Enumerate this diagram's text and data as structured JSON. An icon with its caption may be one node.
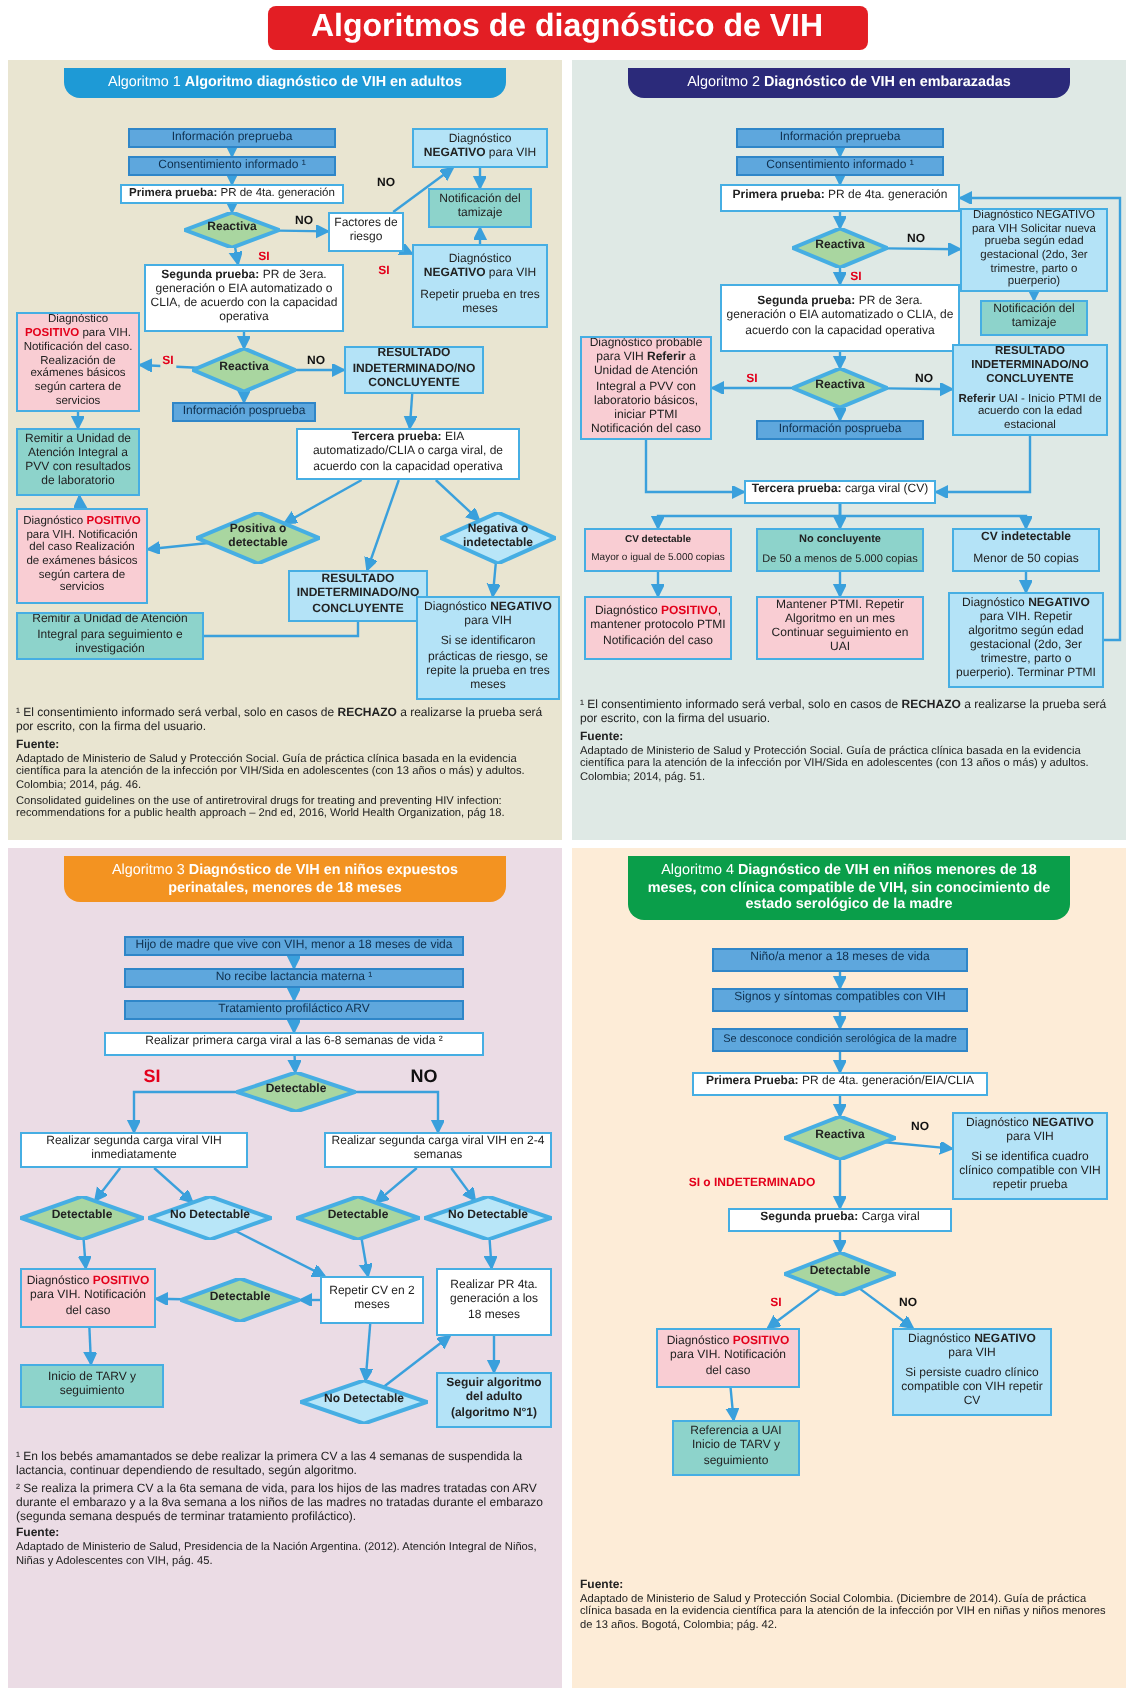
{
  "diagram": {
    "title": "Algoritmos de diagnóstico de VIH",
    "nodes": [
      {
        "text": [
          "Algoritmo 1 **Algoritmo diagnóstico de VIH en adultos**"
        ]
      },
      {
        "text": [
          "Información preprueba"
        ],
        "in": 0
      },
      {
        "text": [
          "Consentimiento informado ¹"
        ],
        "in": 0
      },
      {
        "text": [
          "**Primera prueba:** PR de 4ta. generación"
        ],
        "in": 0
      },
      {
        "text": [
          "Reactiva"
        ],
        "in": 0
      },
      {
        "text": [
          "Factores de riesgo"
        ],
        "in": 0
      },
      {
        "text": [
          "Diagnóstico **NEGATIVO** para VIH"
        ],
        "in": 0
      },
      {
        "text": [
          "Notificación del tamizaje"
        ],
        "in": 0
      },
      {
        "text": [
          "Diagnóstico **NEGATIVO** para VIH",
          "Repetir prueba en tres meses"
        ],
        "in": 0
      },
      {
        "text": [
          "**Segunda prueba:** PR de 3era. generación o EIA automatizado o CLIA, de acuerdo con la capacidad operativa"
        ],
        "in": 0
      },
      {
        "text": [
          "Reactiva"
        ],
        "in": 0
      },
      {
        "text": [
          "Diagnóstico **POSITIVO** para VIH. Notificación del caso. Realización de exámenes básicos según cartera de servicios"
        ],
        "in": 0
      },
      {
        "text": [
          "RESULTADO INDETERMINADO/NO CONCLUYENTE"
        ],
        "in": 0
      },
      {
        "text": [
          "Información posprueba"
        ],
        "in": 0
      },
      {
        "text": [
          "Remitir a Unidad de Atención Integral a PVV con resultados de laboratorio"
        ],
        "in": 0
      },
      {
        "text": [
          "**Tercera prueba:** EIA automatizado/CLIA o carga viral, de acuerdo con la capacidad operativa"
        ],
        "in": 0
      },
      {
        "text": [
          "Positiva o detectable"
        ],
        "in": 0
      },
      {
        "text": [
          "RESULTADO INDETERMINADO/NO CONCLUYENTE"
        ],
        "in": 0
      },
      {
        "text": [
          "Negativa o indetectable"
        ],
        "in": 0
      },
      {
        "text": [
          "Diagnóstico **POSITIVO** para VIH. Notificación del caso Realización de exámenes básicos según cartera de servicios"
        ],
        "in": 0
      },
      {
        "text": [
          "Remitir a Unidad de Atención Integral para seguimiento e investigación"
        ],
        "in": 0
      },
      {
        "text": [
          "Diagnóstico **NEGATIVO** para VIH",
          "Si se identificaron prácticas de riesgo, se repite la prueba en tres meses"
        ],
        "in": 0
      },
      {
        "text": [
          "Algoritmo 2 **Diagnóstico de VIH en embarazadas**"
        ]
      },
      {
        "text": [
          "Información preprueba"
        ],
        "in": 22
      },
      {
        "text": [
          "Consentimiento informado ¹"
        ],
        "in": 22
      },
      {
        "text": [
          "**Primera prueba:** PR de 4ta. generación"
        ],
        "in": 22
      },
      {
        "text": [
          "Reactiva"
        ],
        "in": 22
      },
      {
        "text": [
          "Diagnóstico NEGATIVO para VIH Solicitar nueva prueba según edad gestacional (2do, 3er trimestre, parto o puerperio)"
        ],
        "in": 22
      },
      {
        "text": [
          "Notificación del tamizaje"
        ],
        "in": 22
      },
      {
        "text": [
          "**Segunda prueba:** PR de 3era. generación o EIA automatizado o CLIA, de acuerdo con la capacidad operativa"
        ],
        "in": 22
      },
      {
        "text": [
          "Reactiva"
        ],
        "in": 22
      },
      {
        "text": [
          "Diagnóstico probable para VIH **Referir** a Unidad de Atención Integral a PVV con laboratorio básicos, iniciar PTMI Notificación del caso"
        ],
        "in": 22
      },
      {
        "text": [
          "RESULTADO INDETERMINADO/NO CONCLUYENTE",
          "**Referir** UAI - Inicio PTMI de acuerdo con la edad estacional"
        ],
        "in": 22
      },
      {
        "text": [
          "Información posprueba"
        ],
        "in": 22
      },
      {
        "text": [
          "**Tercera prueba:** carga viral (CV)"
        ],
        "in": 22
      },
      {
        "text": [
          "CV detectable",
          "Mayor o igual de 5.000 copias"
        ],
        "in": 22
      },
      {
        "text": [
          "No concluyente",
          "De 50 a menos de 5.000 copias"
        ],
        "in": 22
      },
      {
        "text": [
          "CV indetectable",
          "Menor de 50 copias"
        ],
        "in": 22
      },
      {
        "text": [
          "Diagnóstico **POSITIVO**, mantener protocolo PTMI Notificación del caso"
        ],
        "in": 22
      },
      {
        "text": [
          "Mantener PTMI. Repetir Algoritmo en un mes Continuar seguimiento en UAI"
        ],
        "in": 22
      },
      {
        "text": [
          "Diagnóstico **NEGATIVO** para VIH. Repetir algoritmo según edad gestacional (2do, 3er trimestre, parto o puerperio). Terminar PTMI"
        ],
        "in": 22
      },
      {
        "text": [
          "Algoritmo 3 **Diagnóstico de VIH en niños expuestos perinatales, menores de 18 meses**"
        ]
      },
      {
        "text": [
          "Hijo de madre que vive con VIH, menor a 18 meses de vida"
        ],
        "in": 41
      },
      {
        "text": [
          "No recibe lactancia materna ¹"
        ],
        "in": 41
      },
      {
        "text": [
          "Tratamiento profiláctico ARV"
        ],
        "in": 41
      },
      {
        "text": [
          "Realizar primera carga viral a las 6-8 semanas de vida ²"
        ],
        "in": 41
      },
      {
        "text": [
          "Detectable"
        ],
        "in": 41
      },
      {
        "text": [
          "Realizar segunda carga viral VIH inmediatamente"
        ],
        "in": 41
      },
      {
        "text": [
          "Realizar segunda carga viral VIH en 2-4 semanas"
        ],
        "in": 41
      },
      {
        "text": [
          "Detectable"
        ],
        "in": 41
      },
      {
        "text": [
          "No Detectable"
        ],
        "in": 41
      },
      {
        "text": [
          "Detectable"
        ],
        "in": 41
      },
      {
        "text": [
          "No Detectable"
        ],
        "in": 41
      },
      {
        "text": [
          "Diagnóstico **POSITIVO** para VIH. Notificación del caso"
        ],
        "in": 41
      },
      {
        "text": [
          "Detectable"
        ],
        "in": 41
      },
      {
        "text": [
          "Repetir CV en 2 meses"
        ],
        "in": 41
      },
      {
        "text": [
          "Realizar PR 4ta. generación a los 18 meses"
        ],
        "in": 41
      },
      {
        "text": [
          "Inicio de TARV y seguimiento"
        ],
        "in": 41
      },
      {
        "text": [
          "No Detectable"
        ],
        "in": 41
      },
      {
        "text": [
          "Seguir algoritmo del adulto (algoritmo N°1)"
        ],
        "in": 41
      },
      {
        "text": [
          "Algoritmo 4 **Diagnóstico de VIH en niños menores de 18 meses, con clínica compatible de VIH, sin conocimiento de estado serológico de la madre**"
        ]
      },
      {
        "text": [
          "Niño/a menor a 18 meses de vida"
        ],
        "in": 60
      },
      {
        "text": [
          "Signos y síntomas compatibles con VIH"
        ],
        "in": 60
      },
      {
        "text": [
          "Se desconoce condición serológica de la madre"
        ],
        "in": 60
      },
      {
        "text": [
          "**Primera Prueba:** PR de 4ta. generación/EIA/CLIA"
        ],
        "in": 60
      },
      {
        "text": [
          "Reactiva"
        ],
        "in": 60
      },
      {
        "text": [
          "Diagnóstico **NEGATIVO** para VIH",
          "Si se identifica cuadro clínico compatible con VIH repetir prueba"
        ],
        "in": 60
      },
      {
        "text": [
          "**Segunda prueba:** Carga viral"
        ],
        "in": 60
      },
      {
        "text": [
          "Detectable"
        ],
        "in": 60
      },
      {
        "text": [
          "Diagnóstico **POSITIVO** para VIH. Notificación del caso"
        ],
        "in": 60
      },
      {
        "text": [
          "Diagnóstico **NEGATIVO** para VIH",
          "Si persiste cuadro clínico compatible con VIH repetir CV"
        ],
        "in": 60
      },
      {
        "text": [
          "Referencia a UAI Inicio de TARV y seguimiento"
        ],
        "in": 60
      }
    ],
    "edges": [
      {
        "from": 1,
        "to": 2,
        "arrow": "to"
      },
      {
        "from": 2,
        "to": 3,
        "arrow": "to"
      },
      {
        "from": 3,
        "to": 4,
        "arrow": "to"
      },
      {
        "from": 4,
        "to": 5,
        "arrow": "to",
        "label": "NO"
      },
      {
        "from": 4,
        "to": 9,
        "arrow": "to",
        "label": "SI"
      },
      {
        "from": 5,
        "to": 6,
        "arrow": "to",
        "label": "NO"
      },
      {
        "from": 5,
        "to": 8,
        "arrow": "to",
        "label": "SI"
      },
      {
        "from": 6,
        "to": 7,
        "arrow": "to"
      },
      {
        "from": 8,
        "to": 7,
        "arrow": "to"
      },
      {
        "from": 9,
        "to": 10,
        "arrow": "to"
      },
      {
        "from": 10,
        "to": 11,
        "arrow": "to",
        "label": "SI"
      },
      {
        "from": 10,
        "to": 12,
        "arrow": "to",
        "label": "NO"
      },
      {
        "from": 10,
        "to": 13,
        "arrow": "to"
      },
      {
        "from": 11,
        "to": 14,
        "arrow": "to"
      },
      {
        "from": 12,
        "to": 15,
        "arrow": "to"
      },
      {
        "from": 15,
        "to": 16,
        "arrow": "to"
      },
      {
        "from": 15,
        "to": 17,
        "arrow": "to"
      },
      {
        "from": 15,
        "to": 18,
        "arrow": "to"
      },
      {
        "from": 16,
        "to": 19,
        "arrow": "to"
      },
      {
        "from": 19,
        "to": 14,
        "arrow": "to"
      },
      {
        "from": 17,
        "to": 20,
        "arrow": "none"
      },
      {
        "from": 18,
        "to": 21,
        "arrow": "to"
      },
      {
        "from": 23,
        "to": 24,
        "arrow": "to"
      },
      {
        "from": 24,
        "to": 25,
        "arrow": "to"
      },
      {
        "from": 25,
        "to": 26,
        "arrow": "to"
      },
      {
        "from": 26,
        "to": 27,
        "arrow": "to",
        "label": "NO"
      },
      {
        "from": 26,
        "to": 29,
        "arrow": "to",
        "label": "SI"
      },
      {
        "from": 27,
        "to": 28,
        "arrow": "to"
      },
      {
        "from": 29,
        "to": 30,
        "arrow": "to"
      },
      {
        "from": 30,
        "to": 31,
        "arrow": "to",
        "label": "SI"
      },
      {
        "from": 30,
        "to": 32,
        "arrow": "to",
        "label": "NO"
      },
      {
        "from": 30,
        "to": 33,
        "arrow": "to"
      },
      {
        "from": 31,
        "to": 34,
        "arrow": "to"
      },
      {
        "from": 32,
        "to": 34,
        "arrow": "to"
      },
      {
        "from": 34,
        "to": 35,
        "arrow": "to"
      },
      {
        "from": 34,
        "to": 36,
        "arrow": "to"
      },
      {
        "from": 34,
        "to": 37,
        "arrow": "to"
      },
      {
        "from": 35,
        "to": 38,
        "arrow": "to"
      },
      {
        "from": 36,
        "to": 39,
        "arrow": "to"
      },
      {
        "from": 37,
        "to": 40,
        "arrow": "to"
      },
      {
        "from": 40,
        "to": 25,
        "arrow": "to"
      },
      {
        "from": 42,
        "to": 43,
        "arrow": "to"
      },
      {
        "from": 43,
        "to": 44,
        "arrow": "to"
      },
      {
        "from": 44,
        "to": 45,
        "arrow": "to"
      },
      {
        "from": 45,
        "to": 46,
        "arrow": "to"
      },
      {
        "from": 46,
        "to": 47,
        "arrow": "to",
        "label": "SI"
      },
      {
        "from": 46,
        "to": 48,
        "arrow": "to",
        "label": "NO"
      },
      {
        "from": 47,
        "to": 49,
        "arrow": "to"
      },
      {
        "from": 47,
        "to": 50,
        "arrow": "to"
      },
      {
        "from": 48,
        "to": 51,
        "arrow": "to"
      },
      {
        "from": 48,
        "to": 52,
        "arrow": "to"
      },
      {
        "from": 49,
        "to": 53,
        "arrow": "to"
      },
      {
        "from": 50,
        "to": 55,
        "arrow": "to"
      },
      {
        "from": 51,
        "to": 55,
        "arrow": "to"
      },
      {
        "from": 52,
        "to": 56,
        "arrow": "to"
      },
      {
        "from": 55,
        "to": 54,
        "arrow": "to"
      },
      {
        "from": 54,
        "to": 53,
        "arrow": "to"
      },
      {
        "from": 53,
        "to": 57,
        "arrow": "to"
      },
      {
        "from": 55,
        "to": 58,
        "arrow": "to"
      },
      {
        "from": 58,
        "to": 56,
        "arrow": "to"
      },
      {
        "from": 56,
        "to": 59,
        "arrow": "to"
      },
      {
        "from": 61,
        "to": 62,
        "arrow": "to"
      },
      {
        "from": 62,
        "to": 63,
        "arrow": "to"
      },
      {
        "from": 63,
        "to": 64,
        "arrow": "to"
      },
      {
        "from": 64,
        "to": 65,
        "arrow": "to"
      },
      {
        "from": 65,
        "to": 66,
        "arrow": "to",
        "label": "NO"
      },
      {
        "from": 65,
        "to": 67,
        "arrow": "to",
        "label": "SI o INDETERMINADO"
      },
      {
        "from": 67,
        "to": 68,
        "arrow": "to"
      },
      {
        "from": 68,
        "to": 69,
        "arrow": "to",
        "label": "SI"
      },
      {
        "from": 68,
        "to": 70,
        "arrow": "to",
        "label": "NO"
      },
      {
        "from": 69,
        "to": 71,
        "arrow": "to"
      }
    ],
    "labels": [
      "¹ El consentimiento informado será verbal, solo en casos de **RECHAZO** a realizarse la prueba será por escrito, con la firma del usuario.",
      "Fuente:",
      "Adaptado de Ministerio de Salud y Protección Social. Guía de práctica clínica basada en la evidencia científica para la atención de la infección por VIH/Sida en adolescentes (con 13 años o más) y adultos. Colombia; 2014, pág. 46.",
      "Consolidated guidelines on the use of antiretroviral drugs for treating and preventing HIV infection: recommendations for a public health approach – 2nd ed, 2016, World Health Organization, pág 18.",
      "¹ El consentimiento informado será verbal, solo en casos de **RECHAZO** a realizarse la prueba será por escrito, con la firma del usuario.",
      "Fuente:",
      "Adaptado de Ministerio de Salud y Protección Social. Guía de práctica clínica basada en la evidencia científica para la atención de la infección por VIH/Sida en adolescentes (con 13 años o más) y adultos. Colombia; 2014, pág. 51.",
      "¹ En los bebés amamantados se debe realizar la primera CV a las 4 semanas de suspendida la lactancia, continuar dependiendo de resultado, según algoritmo.",
      "² Se realiza la primera CV a la 6ta semana de vida, para los hijos de las madres tratadas con ARV durante el embarazo y a la 8va semana a los niños de las madres no tratadas durante el embarazo (segunda semana después de terminar tratamiento profiláctico).",
      "Fuente:",
      "Adaptado de Ministerio de Salud, Presidencia de la Nación Argentina. (2012). Atención Integral de Niños, Niñas y Adolescentes con VIH, pág. 45.",
      "Fuente:",
      "Adaptado de Ministerio de Salud y Protección Social Colombia. (Diciembre de 2014). Guía de práctica clínica basada en la evidencia científica para la atención de la infección por VIH en niñas y niños menores de 13 años. Bogotá, Colombia; pág. 42."
    ]
  }
}
